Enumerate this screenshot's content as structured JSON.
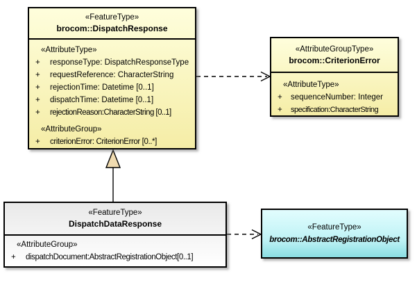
{
  "diagram": {
    "kind": "uml-class-diagram",
    "background": "#FFFFFF"
  },
  "colors": {
    "box_border": "#000000",
    "yellow_fill_top": "#FEFEDC",
    "yellow_fill_bottom": "#F5EDA6",
    "gray_fill_top": "#E9E9E9",
    "gray_fill_bottom": "#FFFFFF",
    "cyan_fill_top": "#E2FDFE",
    "cyan_fill_bottom": "#8ADDE2",
    "connector_stroke": "#000000",
    "generalization_arrow_fill": "#F0DBB0",
    "shadow": "#6E6E6E"
  },
  "classes": {
    "dispatchResponse": {
      "stereotype": "«FeatureType»",
      "name": "brocom::DispatchResponse",
      "sections": [
        {
          "label": "«AttributeType»",
          "attributes": [
            {
              "vis": "+",
              "text": "responseType: DispatchResponseType"
            },
            {
              "vis": "+",
              "text": "requestReference: CharacterString"
            },
            {
              "vis": "+",
              "text": "rejectionTime: Datetime [0..1]"
            },
            {
              "vis": "+",
              "text": "dispatchTime: Datetime [0..1]"
            },
            {
              "vis": "+",
              "text": "rejectionReason:CharacterString [0..1]"
            }
          ]
        },
        {
          "label": "«AttributeGroup»",
          "attributes": [
            {
              "vis": "+",
              "text": "criterionError: CriterionError [0..*]"
            }
          ]
        }
      ]
    },
    "criterionError": {
      "stereotype": "«AttributeGroupType»",
      "name": "brocom::CriterionError",
      "sections": [
        {
          "label": "«AttributeType»",
          "attributes": [
            {
              "vis": "+",
              "text": "sequenceNumber: Integer"
            },
            {
              "vis": "+",
              "text": "specification:CharacterString"
            }
          ]
        }
      ]
    },
    "dispatchDataResponse": {
      "stereotype": "«FeatureType»",
      "name": "DispatchDataResponse",
      "sections": [
        {
          "label": "«AttributeGroup»",
          "attributes": [
            {
              "vis": "+",
              "text": "dispatchDocument:AbstractRegistrationObject[0..1]"
            }
          ]
        }
      ]
    },
    "abstractRegistrationObject": {
      "stereotype": "«FeatureType»",
      "name": "brocom::AbstractRegistrationObject"
    }
  },
  "connectors": [
    {
      "type": "dependency",
      "from": "brocom::DispatchResponse",
      "to": "brocom::CriterionError"
    },
    {
      "type": "generalization",
      "from": "DispatchDataResponse",
      "to": "brocom::DispatchResponse"
    },
    {
      "type": "dependency",
      "from": "DispatchDataResponse",
      "to": "brocom::AbstractRegistrationObject"
    }
  ]
}
